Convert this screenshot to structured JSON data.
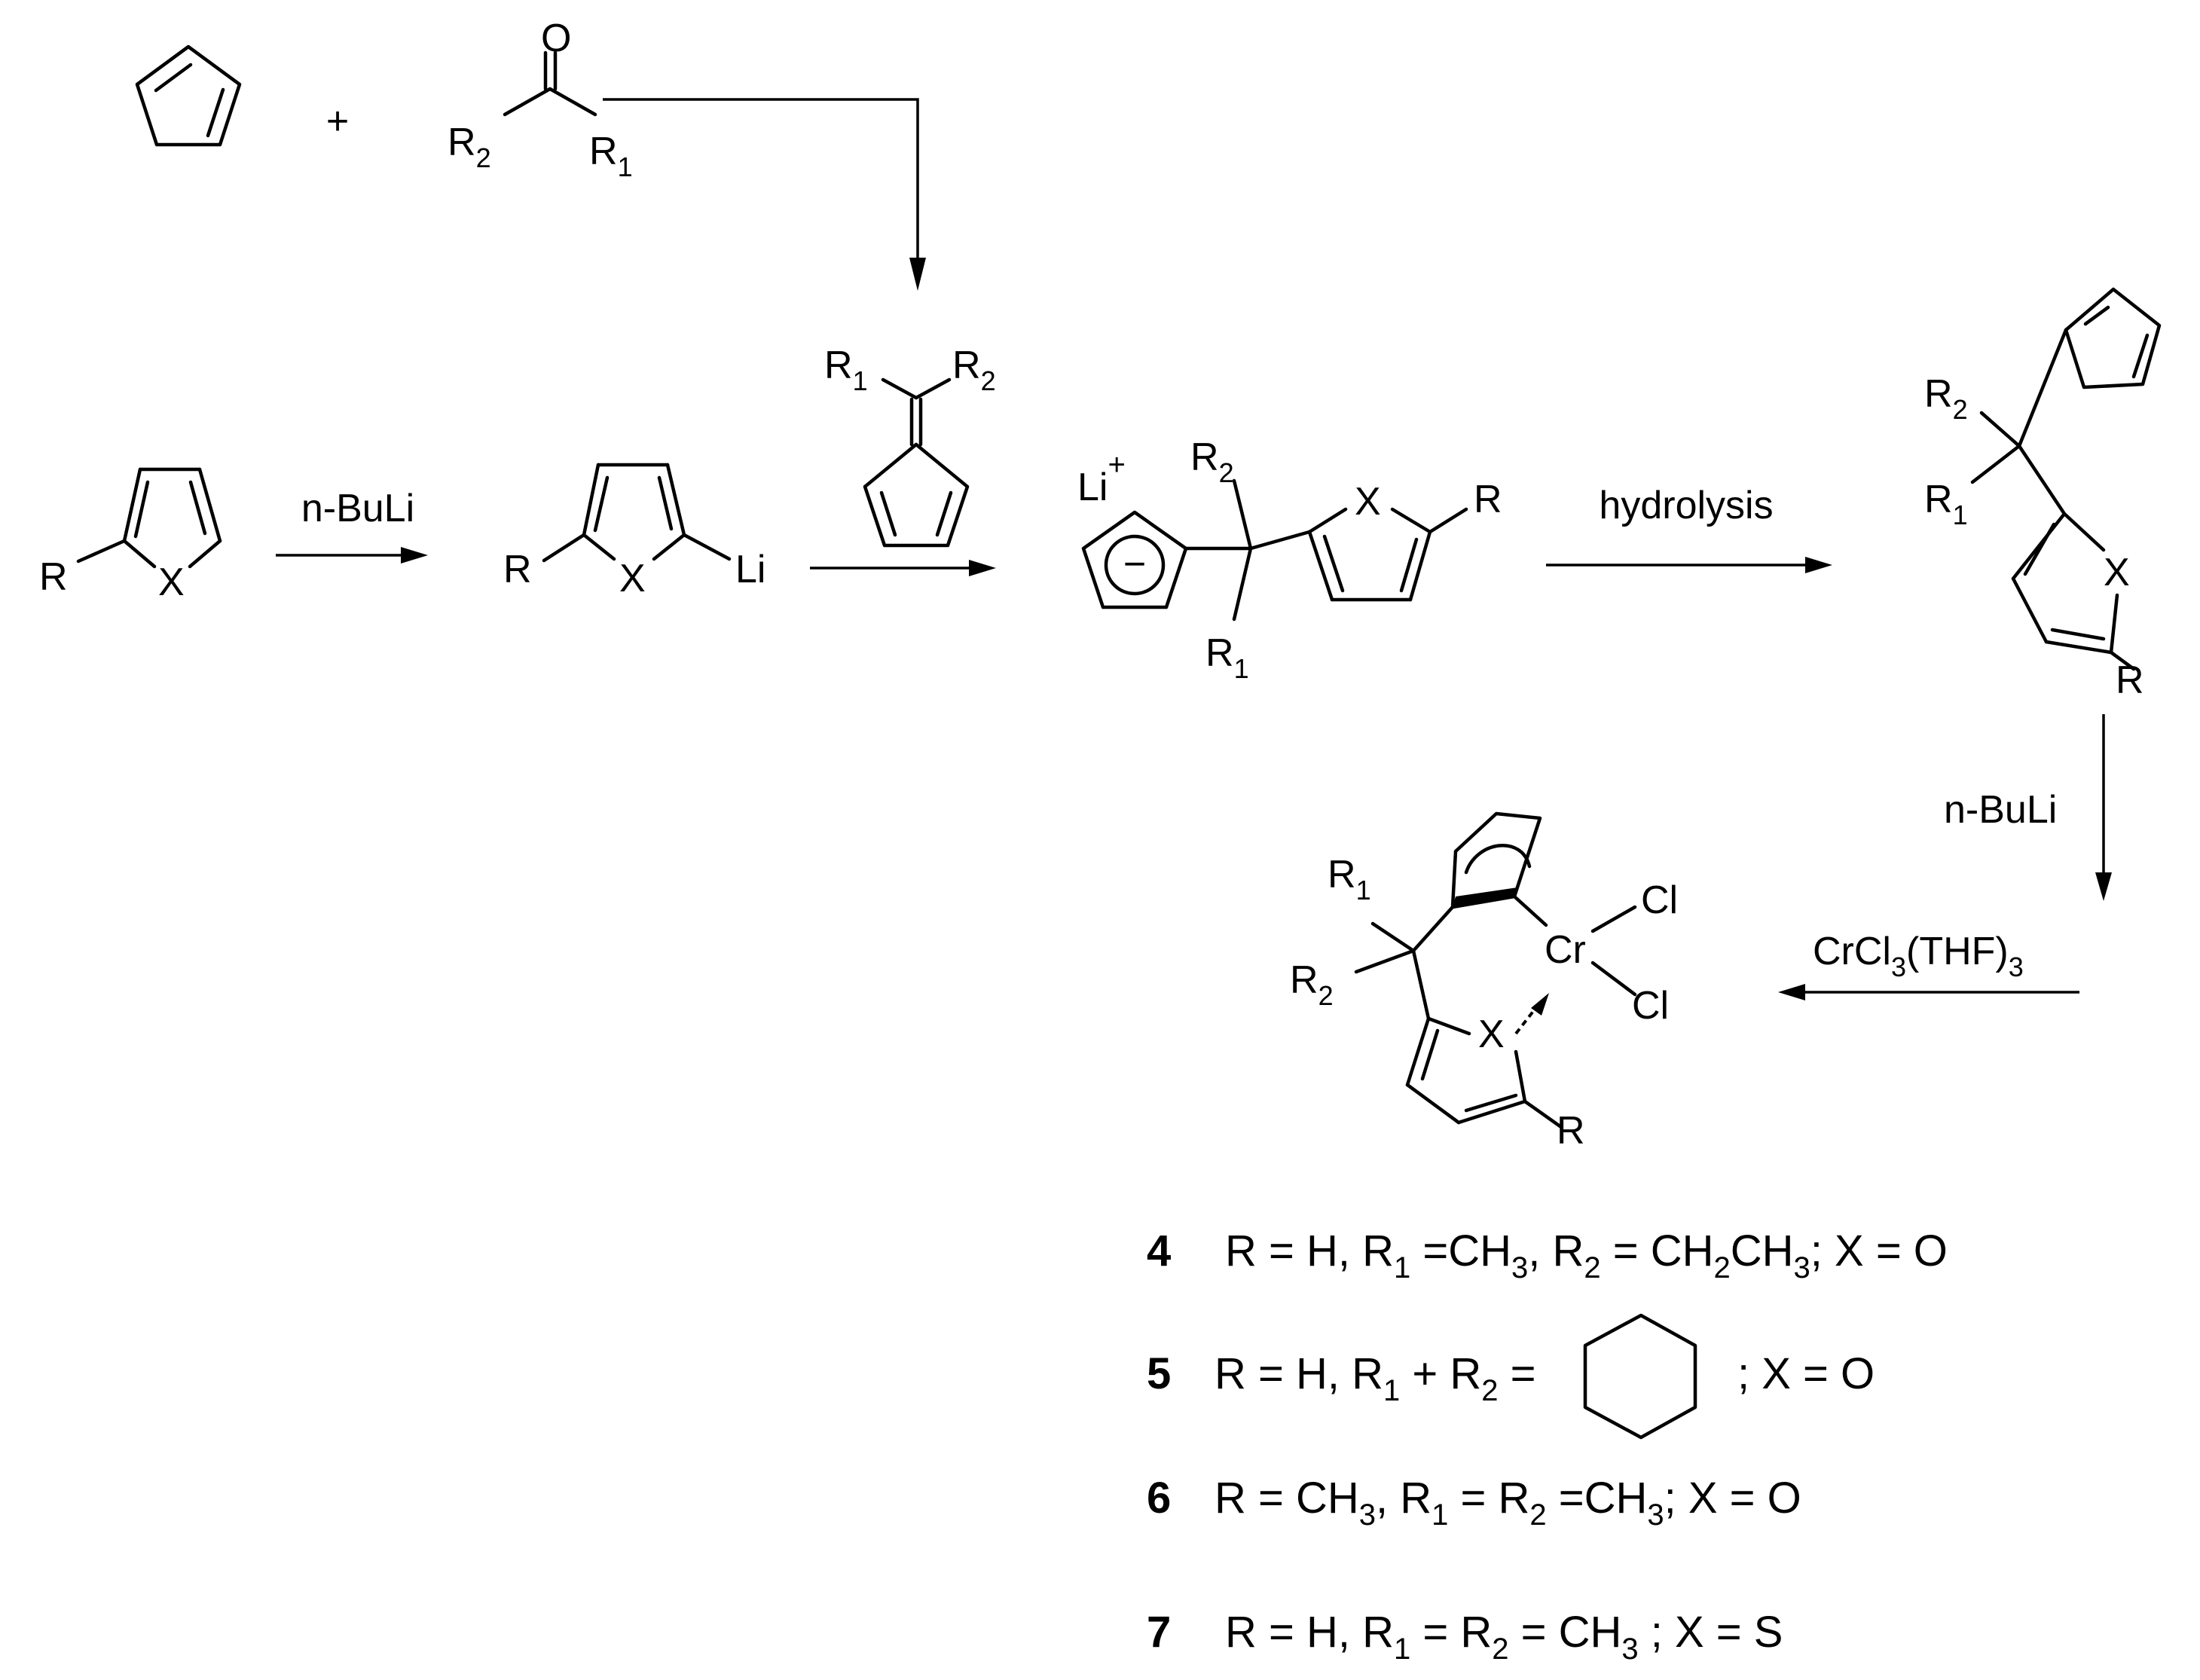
{
  "reagents": {
    "plus": "+",
    "carbonyl": {
      "O": "O",
      "R2": "R",
      "R2_sub": "2",
      "R1": "R",
      "R1_sub": "1"
    },
    "step1": "n-BuLi",
    "hydrolysis": "hydrolysis",
    "step_nbuli_2": "n-BuLi",
    "crcl3": {
      "a": "CrCl",
      "a_sub": "3",
      "b": "(THF)",
      "b_sub": "3"
    }
  },
  "structures": {
    "heterocycle": {
      "R": "R",
      "X": "X"
    },
    "lithiated": {
      "R": "R",
      "X": "X",
      "Li": "Li"
    },
    "fulvene": {
      "R1": "R",
      "R1_sub": "1",
      "R2": "R",
      "R2_sub": "2"
    },
    "li_salt": {
      "Li": "Li",
      "Li_charge": "+",
      "cp_charge": "−",
      "R2": "R",
      "R2_sub": "2",
      "R1": "R",
      "R1_sub": "1",
      "X": "X",
      "R": "R"
    },
    "neutral": {
      "R2": "R",
      "R2_sub": "2",
      "R1": "R",
      "R1_sub": "1",
      "X": "X",
      "R": "R"
    },
    "complex": {
      "R1": "R",
      "R1_sub": "1",
      "R2": "R",
      "R2_sub": "2",
      "Cr": "Cr",
      "Cl_top": "Cl",
      "Cl_bottom": "Cl",
      "X": "X",
      "R": "R"
    }
  },
  "legend": [
    {
      "num": "4",
      "text": "R = H,  R|1| =CH|3|, R|2| = CH|2|CH|3|; X = O"
    },
    {
      "num": "5",
      "text": "R = H, R|1| + R|2| =",
      "after": "; X = O"
    },
    {
      "num": "6",
      "text": "R = CH|3|,  R|1| = R|2| =CH|3|; X = O"
    },
    {
      "num": "7",
      "text": "R = H, R|1| = R|2| = CH|3| ; X = S"
    }
  ]
}
